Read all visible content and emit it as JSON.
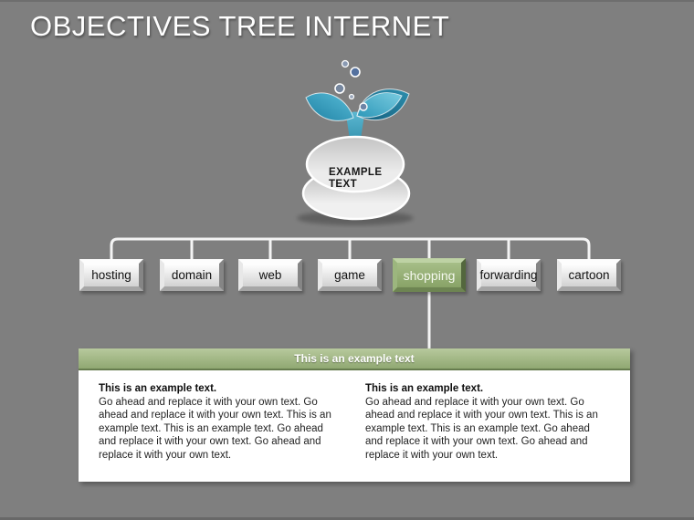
{
  "slide": {
    "title": "OBJECTIVES TREE INTERNET",
    "colors": {
      "background": "#7f7f7f",
      "title_text": "#ffffff",
      "connector": "#f4f4f4",
      "accent_green": "#92aa74",
      "leaf_teal": "#2f9cbd",
      "bubble_blue": "#54719f",
      "button_face": "#e6e6e6"
    }
  },
  "root_node": {
    "label_line1": "EXAMPLE",
    "label_line2": "TEXT"
  },
  "tree": {
    "nodes": [
      {
        "label": "hosting",
        "highlighted": false
      },
      {
        "label": "domain",
        "highlighted": false
      },
      {
        "label": "web",
        "highlighted": false
      },
      {
        "label": "game",
        "highlighted": false
      },
      {
        "label": "shopping",
        "highlighted": true
      },
      {
        "label": "forwarding",
        "highlighted": false
      },
      {
        "label": "cartoon",
        "highlighted": false
      }
    ]
  },
  "detail_panel": {
    "header": "This is an example text",
    "columns": [
      {
        "heading": "This is an example text.",
        "body": "Go ahead and replace it with your own text. Go ahead and replace it with your own text. This is an example text. This is an example text. Go ahead and replace it with your own text. Go ahead and replace it with your own text."
      },
      {
        "heading": "This is an example text.",
        "body": "Go ahead and replace it with your own text. Go ahead and replace it with your own text. This is an example text. This is an example text. Go ahead and replace it with your own text. Go ahead and replace it with your own text."
      }
    ]
  }
}
